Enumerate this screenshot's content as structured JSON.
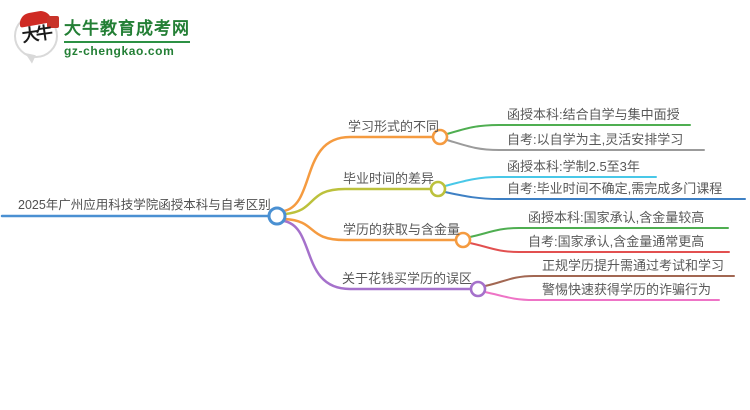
{
  "logo": {
    "icon_text": "大牛",
    "site_name": "大牛教育成考网",
    "site_domain": "gz-chengkao.com",
    "brand_green": "#237f35",
    "seal_red": "#cf2b24"
  },
  "mindmap": {
    "root": {
      "label": "2025年广州应用科技学院函授本科与自考区别",
      "color": "#4a90d2"
    },
    "branches": [
      {
        "label": "学习形式的不同",
        "color": "#f59b40",
        "children": [
          {
            "label": "函授本科:结合自学与集中面授",
            "color": "#4fae51"
          },
          {
            "label": "自考:以自学为主,灵活安排学习",
            "color": "#9b9b9b"
          }
        ]
      },
      {
        "label": "毕业时间的差异",
        "color": "#bcc13c",
        "children": [
          {
            "label": "函授本科:学制2.5至3年",
            "color": "#49c8e8"
          },
          {
            "label": "自考:毕业时间不确定,需完成多门课程",
            "color": "#3e80c4"
          }
        ]
      },
      {
        "label": "学历的获取与含金量",
        "color": "#f59b40",
        "children": [
          {
            "label": "函授本科:国家承认,含金量较高",
            "color": "#4fae51"
          },
          {
            "label": "自考:国家承认,含金量通常更高",
            "color": "#e25050"
          }
        ]
      },
      {
        "label": "关于花钱买学历的误区",
        "color": "#a571cb",
        "children": [
          {
            "label": "正规学历提升需通过考试和学习",
            "color": "#a26752"
          },
          {
            "label": "警惕快速获得学历的诈骗行为",
            "color": "#ee74c6"
          }
        ]
      }
    ]
  }
}
